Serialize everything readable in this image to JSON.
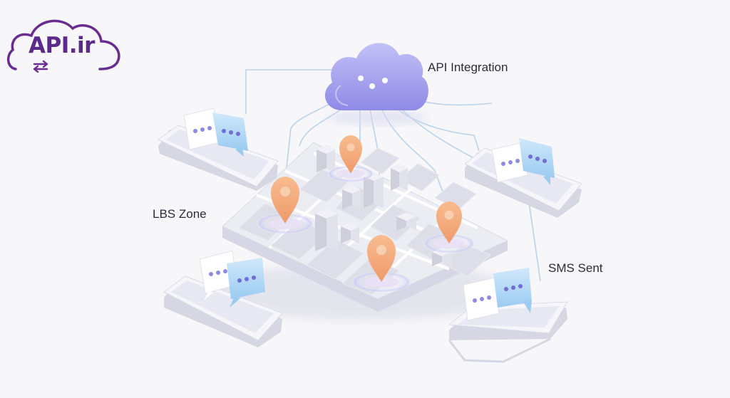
{
  "logo": {
    "text": "API.ir",
    "color": "#6a2c91"
  },
  "labels": {
    "api_integration": "API Integration",
    "lbs_zone": "LBS Zone",
    "sms_sent": "SMS Sent"
  },
  "icons": [
    "cloud-icon",
    "location-pin-icon",
    "chat-bubble-icon",
    "smartphone-icon",
    "arrows-exchange-icon"
  ],
  "colors": {
    "cloud": "#a9a6f0",
    "pin": "#f4a87a",
    "bubble_blue": "#b9dcf7",
    "bubble_white": "#ffffff",
    "map_base": "#e8e8ef",
    "line": "#b7d2ea"
  }
}
